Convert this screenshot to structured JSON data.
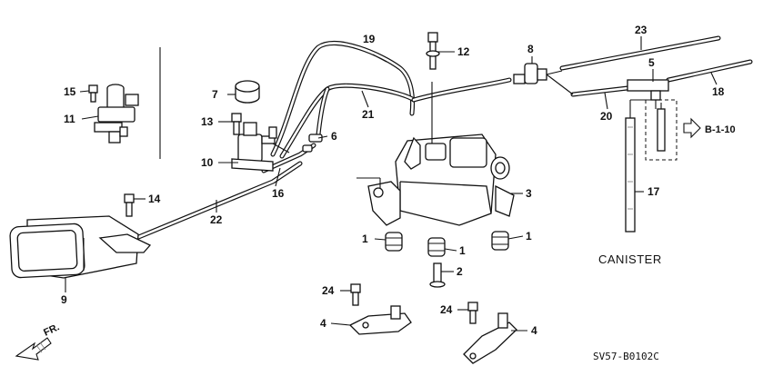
{
  "callouts": [
    "1",
    "1",
    "1",
    "2",
    "3",
    "4",
    "4",
    "5",
    "6",
    "7",
    "8",
    "9",
    "10",
    "11",
    "12",
    "13",
    "14",
    "15",
    "16",
    "17",
    "18",
    "19",
    "20",
    "21",
    "22",
    "23",
    "24",
    "24"
  ],
  "labels": {
    "canister": "CANISTER",
    "ref": "B-1-10",
    "front": "FR.",
    "diagram_code": "SV57-B0102C"
  }
}
